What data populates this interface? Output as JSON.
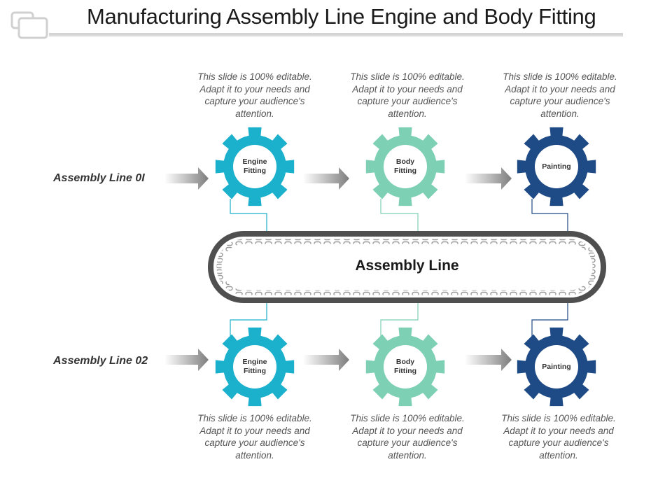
{
  "title": "Manufacturing Assembly Line Engine and Body Fitting",
  "belt_label": "Assembly Line",
  "rows": [
    {
      "label": "Assembly Line 0I"
    },
    {
      "label": "Assembly Line 02"
    }
  ],
  "steps": [
    {
      "label": "Engine\nFitting",
      "color": "#1bb0cc"
    },
    {
      "label": "Body\nFitting",
      "color": "#7ed0b4"
    },
    {
      "label": "Painting",
      "color": "#1e4a85"
    }
  ],
  "descriptions": {
    "top": [
      "This slide is 100% editable. Adapt it to your needs and capture your audience's attention.",
      "This slide is 100% editable. Adapt it to your needs and capture your audience's attention.",
      "This slide is 100% editable. Adapt it to your needs and capture your audience's attention."
    ],
    "bottom": [
      "This slide is 100% editable. Adapt it to your needs and capture your audience's attention.",
      "This slide is 100% editable. Adapt it to your needs and capture your audience's attention.",
      "This slide is 100% editable. Adapt it to your needs and capture your audience's attention."
    ]
  },
  "icons": [
    "arrow-right-icon",
    "gear-icon",
    "chain-icon",
    "slide-corner-icon"
  ]
}
